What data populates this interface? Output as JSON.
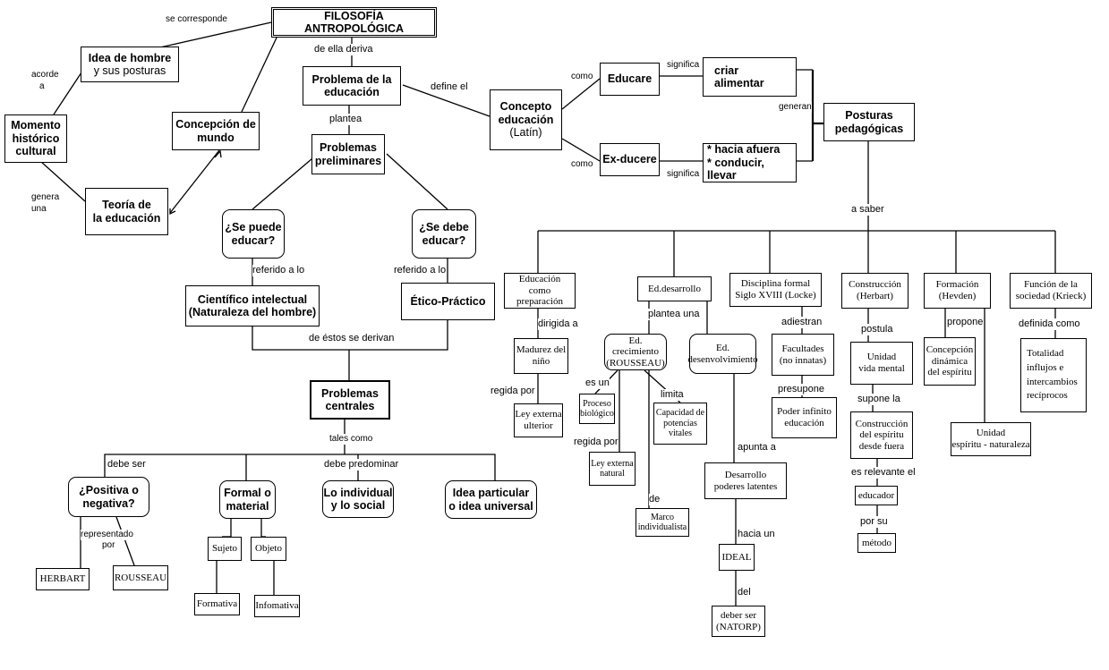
{
  "nodes": {
    "filosofia": "FILOSOFÍA ANTROPOLÓGICA",
    "idea_hombre": [
      "Idea de hombre",
      "y sus posturas"
    ],
    "momento_historico": [
      "Momento",
      "histórico",
      "cultural"
    ],
    "concepcion_mundo": [
      "Concepción de",
      "mundo"
    ],
    "teoria_educacion": [
      "Teoría de",
      "la educación"
    ],
    "problema_educacion": [
      "Problema de la",
      "educación"
    ],
    "problemas_preliminares": [
      "Problemas",
      "preliminares"
    ],
    "se_puede_educar": [
      "¿Se puede",
      "educar?"
    ],
    "se_debe_educar": [
      "¿Se debe",
      "educar?"
    ],
    "cientifico_intelectual": [
      "Científico intelectual",
      "(Naturaleza del hombre)"
    ],
    "etico_practico": "Ético-Práctico",
    "problemas_centrales": [
      "Problemas",
      "centrales"
    ],
    "positiva_negativa": [
      "¿Positiva o",
      "negativa?"
    ],
    "formal_material": [
      "Formal o",
      "material"
    ],
    "individual_social": [
      "Lo individual",
      "y lo social"
    ],
    "idea_particular": [
      "Idea particular",
      "o idea universal"
    ],
    "herbart": "HERBART",
    "rousseau": "ROUSSEAU",
    "sujeto": "Sujeto",
    "objeto": "Objeto",
    "formativa": "Formativa",
    "infomativa": "Infomativa",
    "concepto_educacion": [
      "Concepto",
      "educación",
      "(Latín)"
    ],
    "educare": "Educare",
    "ex_ducere": "Ex-ducere",
    "criar_alimentar": [
      "criar",
      "alimentar"
    ],
    "hacia_afuera": [
      "* hacia afuera",
      "* conducir, llevar"
    ],
    "posturas_pedagogicas": [
      "Posturas",
      "pedagógicas"
    ],
    "educacion_preparacion": [
      "Educación",
      "como preparación"
    ],
    "ed_desarrollo": "Ed.desarrollo",
    "disciplina_formal": [
      "Disciplina formal",
      "Siglo XVIII (Locke)"
    ],
    "construccion_herbart": [
      "Construcción",
      "(Herbart)"
    ],
    "formacion_hevden": [
      "Formación",
      "(Hevden)"
    ],
    "funcion_sociedad": [
      "Función de la",
      "sociedad (Krieck)"
    ],
    "madurez_nino": [
      "Madurez del",
      "niño"
    ],
    "ley_externa_ulterior": [
      "Ley externa",
      "ulterior"
    ],
    "ed_crecimiento": [
      "Ed. crecimiento",
      "(ROUSSEAU)"
    ],
    "ed_desenvolvimiento": [
      "Ed.",
      "desenvolvimiento"
    ],
    "proceso_biologico": [
      "Proceso",
      "biológico"
    ],
    "capacidad_potencias": [
      "Capacidad de",
      "potencias",
      "vitales"
    ],
    "ley_externa_natural": [
      "Ley externa",
      "natural"
    ],
    "marco_individualista": [
      "Marco",
      "individualista"
    ],
    "desarrollo_poderes": [
      "Desarrollo",
      "poderes latentes"
    ],
    "ideal": "IDEAL",
    "deber_ser": [
      "deber ser",
      "(NATORP)"
    ],
    "facultades": [
      "Facultades",
      "(no innatas)"
    ],
    "poder_infinito": [
      "Poder infinito",
      "educación"
    ],
    "unidad_vida_mental": [
      "Unidad",
      "vida mental"
    ],
    "construccion_espiritu": [
      "Construcción",
      "del espíritu",
      "desde fuera"
    ],
    "educador": "educador",
    "metodo": "método",
    "concepcion_dinamica": [
      "Concepción",
      "dinámica",
      "del espíritu"
    ],
    "unidad_espiritu_naturaleza": [
      "Unidad",
      "espíritu - naturaleza"
    ],
    "totalidad": [
      "Totalidad",
      "influjos e",
      "intercambios",
      "recíprocos"
    ]
  },
  "links": {
    "se_corresponde": "se corresponde",
    "acorde_a": [
      "acorde",
      "a"
    ],
    "genera_una": [
      "genera",
      "una"
    ],
    "de_ella_deriva": "de ella deriva",
    "plantea": "plantea",
    "define_el": "define el",
    "como1": "como",
    "como2": "como",
    "significa1": "significa",
    "significa2": "significa",
    "generan": "generan",
    "a_saber": "a saber",
    "referido_a_lo1": "referido a lo",
    "referido_a_lo2": "referido a lo",
    "de_estos_se_derivan": "de éstos se derivan",
    "tales_como": "tales como",
    "debe_ser": "debe ser",
    "debe_predominar": "debe predominar",
    "representado_por": [
      "representado",
      "por"
    ],
    "dirigida_a": "dirigida a",
    "regida_por1": "regida por",
    "plantea_una": "plantea una",
    "es_un": "es un",
    "limita": "limita",
    "regida_por2": "regida por",
    "de": "de",
    "apunta_a": "apunta a",
    "hacia_un": "hacia un",
    "del": "del",
    "adiestran": "adiestran",
    "presupone": "presupone",
    "postula": "postula",
    "supone_la": "supone la",
    "es_relevante_el": "es relevante el",
    "por_su": "por su",
    "propone": "propone",
    "definida_como": "definida como"
  }
}
